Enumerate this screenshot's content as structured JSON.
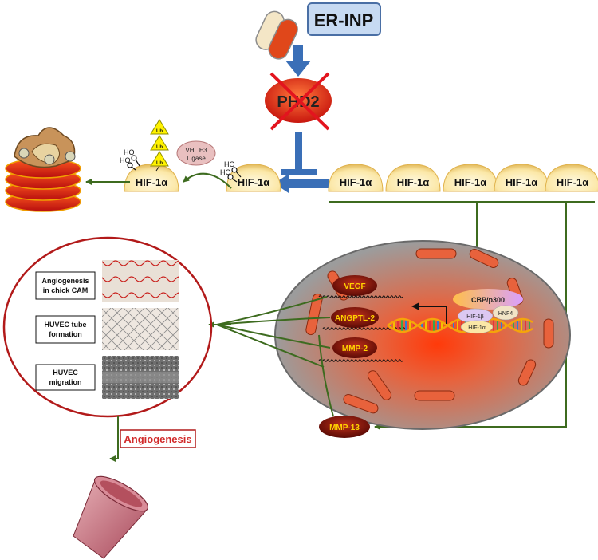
{
  "drug": {
    "label": "ER-INP"
  },
  "phd2": {
    "label": "PHD2"
  },
  "hif": {
    "label": "HIF-1α"
  },
  "ub": {
    "label": "Ub"
  },
  "vhl": {
    "line1": "VHL E3",
    "line2": "Ligase"
  },
  "ho": {
    "label": "HO"
  },
  "nucleus": {
    "cbp": "CBP/p300",
    "hif1b": "HIF-1β",
    "hnf4": "HNF4",
    "hif1a": "HIF-1α",
    "genes": [
      "VEGF",
      "ANGPTL-2",
      "MMP-2"
    ],
    "mmp13": "MMP-13"
  },
  "assays": [
    {
      "line1": "Angiogenesis",
      "line2": "in chick CAM"
    },
    {
      "line1": "HUVEC tube",
      "line2": "formation"
    },
    {
      "line1": "HUVEC",
      "line2": "migration"
    }
  ],
  "outcome": {
    "label": "Angiogenesis"
  },
  "colors": {
    "arrow_green": "#3d6b1f",
    "inhibit_blue": "#3a6fb7",
    "phd2_red": "#d8281c",
    "hif_yellow": "#fbe7a6",
    "nucleus_gray": "#999999",
    "outcome_red": "#d22a2a"
  }
}
